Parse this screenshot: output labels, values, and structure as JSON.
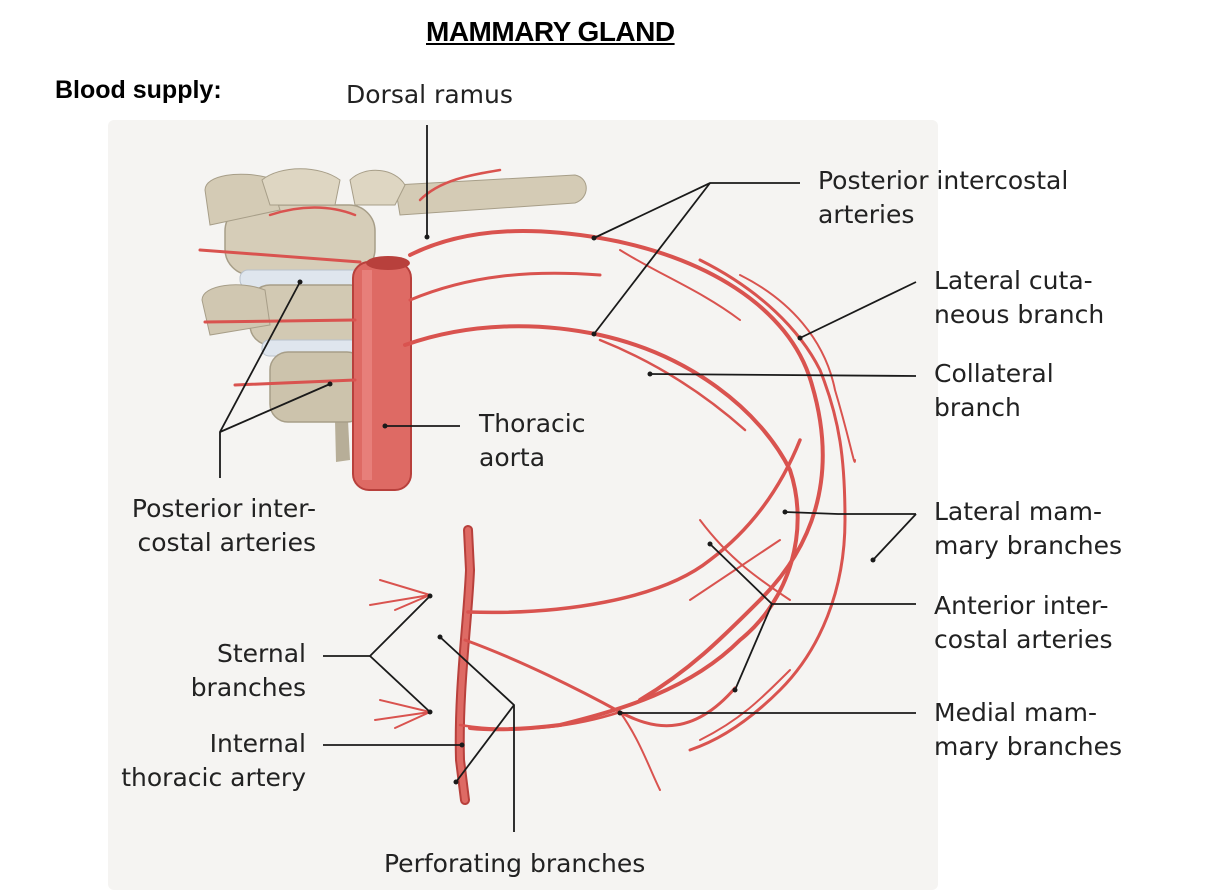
{
  "title": "MAMMARY GLAND",
  "subtitle": "Blood supply:",
  "labels": {
    "dorsal_ramus": "Dorsal ramus",
    "posterior_intercostal_right": [
      "Posterior intercostal",
      "arteries"
    ],
    "lateral_cutaneous": [
      "Lateral cuta-",
      "neous branch"
    ],
    "collateral": [
      "Collateral",
      "branch"
    ],
    "thoracic_aorta": [
      "Thoracic",
      "aorta"
    ],
    "posterior_intercostal_left": [
      "Posterior inter-",
      "costal arteries"
    ],
    "lateral_mammary": [
      "Lateral mam-",
      "mary branches"
    ],
    "anterior_intercostal": [
      "Anterior inter-",
      "costal arteries"
    ],
    "sternal": [
      "Sternal",
      "branches"
    ],
    "medial_mammary": [
      "Medial mam-",
      "mary branches"
    ],
    "internal_thoracic": [
      "Internal",
      "thoracic artery"
    ],
    "perforating": "Perforating branches"
  },
  "colors": {
    "artery": "#d9534f",
    "artery_dark": "#b8403c",
    "bone": "#d8d0bc",
    "bone_shadow": "#a8a08c",
    "disc": "#dfe6ee",
    "background_tint": "#f4f3f1",
    "leader": "#1a1a1a"
  }
}
